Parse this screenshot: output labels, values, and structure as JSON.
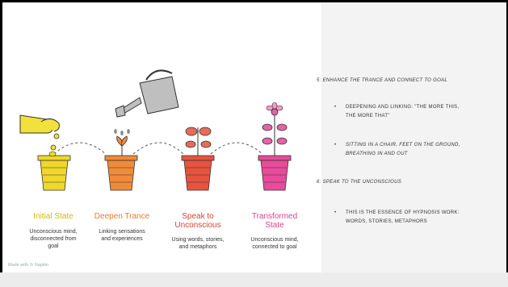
{
  "illustration": {
    "stages": [
      {
        "title": "Initial State",
        "desc": [
          "Unconscious mind,",
          "disconnected from",
          "goal"
        ],
        "color": "#d9c21b"
      },
      {
        "title": "Deepen Trance",
        "desc": [
          "Linking sensations",
          "and experiences"
        ],
        "color": "#ef8b3a"
      },
      {
        "title": "Speak to",
        "title2": "Unconscious",
        "desc": [
          "Using words, stories,",
          "and metaphors"
        ],
        "color": "#e0533f"
      },
      {
        "title": "Transformed",
        "title2": "State",
        "desc": [
          "Unconscious mind,",
          "connected to goal"
        ],
        "color": "#e0489a"
      }
    ],
    "footer": "Made with ⚞ Napkin"
  },
  "notes": {
    "heading1": "5: ENHANCE THE TRANCE AND CONNECT TO GOAL",
    "bullet1_line1": "DEEPENING AND LINKING: \"THE MORE THIS,",
    "bullet1_line2": "THE MORE THAT\"",
    "bullet2_line1": "SITTING IN A CHAIR, FEET ON THE GROUND,",
    "bullet2_line2": "BREATHING IN AND OUT",
    "heading2": "6: SPEAK TO THE UNCONSCIOUS",
    "bullet3_line1": "THIS IS THE ESSENCE OF HYPNOSIS WORK:",
    "bullet3_line2": "WORDS, STORIES, METAPHORS",
    "bullet_glyph": "•"
  }
}
